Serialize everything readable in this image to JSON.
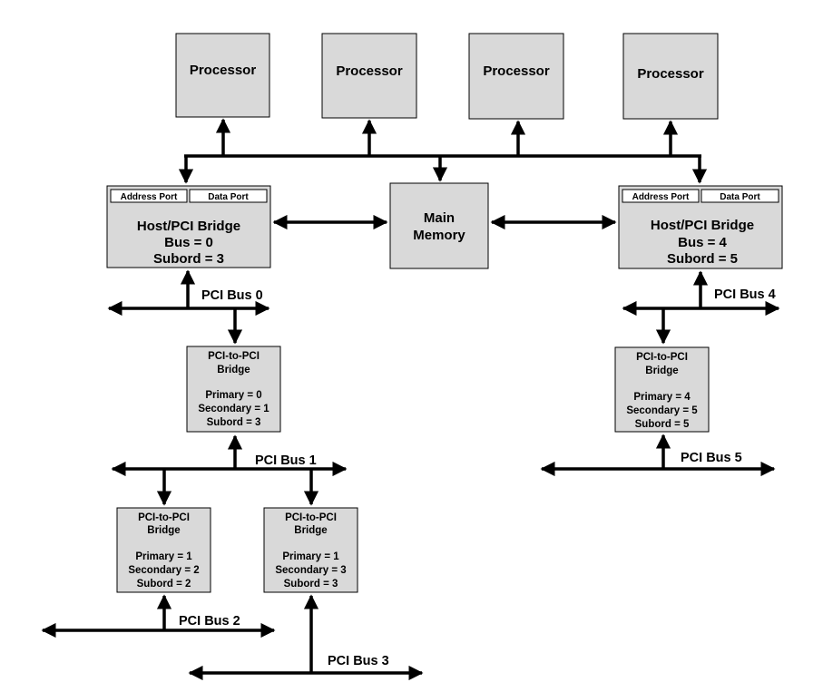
{
  "processors": [
    {
      "label": "Processor"
    },
    {
      "label": "Processor"
    },
    {
      "label": "Processor"
    },
    {
      "label": "Processor"
    }
  ],
  "host_bridges": [
    {
      "address_port": "Address Port",
      "data_port": "Data Port",
      "title": "Host/PCI Bridge",
      "bus": "Bus = 0",
      "subord": "Subord = 3"
    },
    {
      "address_port": "Address Port",
      "data_port": "Data Port",
      "title": "Host/PCI Bridge",
      "bus": "Bus = 4",
      "subord": "Subord = 5"
    }
  ],
  "main_memory": {
    "line1": "Main",
    "line2": "Memory"
  },
  "pci_bridges": [
    {
      "title1": "PCI-to-PCI",
      "title2": "Bridge",
      "primary": "Primary = 0",
      "secondary": "Secondary = 1",
      "subord": "Subord = 3"
    },
    {
      "title1": "PCI-to-PCI",
      "title2": "Bridge",
      "primary": "Primary = 1",
      "secondary": "Secondary = 2",
      "subord": "Subord = 2"
    },
    {
      "title1": "PCI-to-PCI",
      "title2": "Bridge",
      "primary": "Primary = 1",
      "secondary": "Secondary = 3",
      "subord": "Subord = 3"
    },
    {
      "title1": "PCI-to-PCI",
      "title2": "Bridge",
      "primary": "Primary = 4",
      "secondary": "Secondary = 5",
      "subord": "Subord = 5"
    }
  ],
  "buses": [
    {
      "label": "PCI Bus 0"
    },
    {
      "label": "PCI Bus 1"
    },
    {
      "label": "PCI Bus 2"
    },
    {
      "label": "PCI Bus 3"
    },
    {
      "label": "PCI Bus 4"
    },
    {
      "label": "PCI Bus 5"
    }
  ]
}
